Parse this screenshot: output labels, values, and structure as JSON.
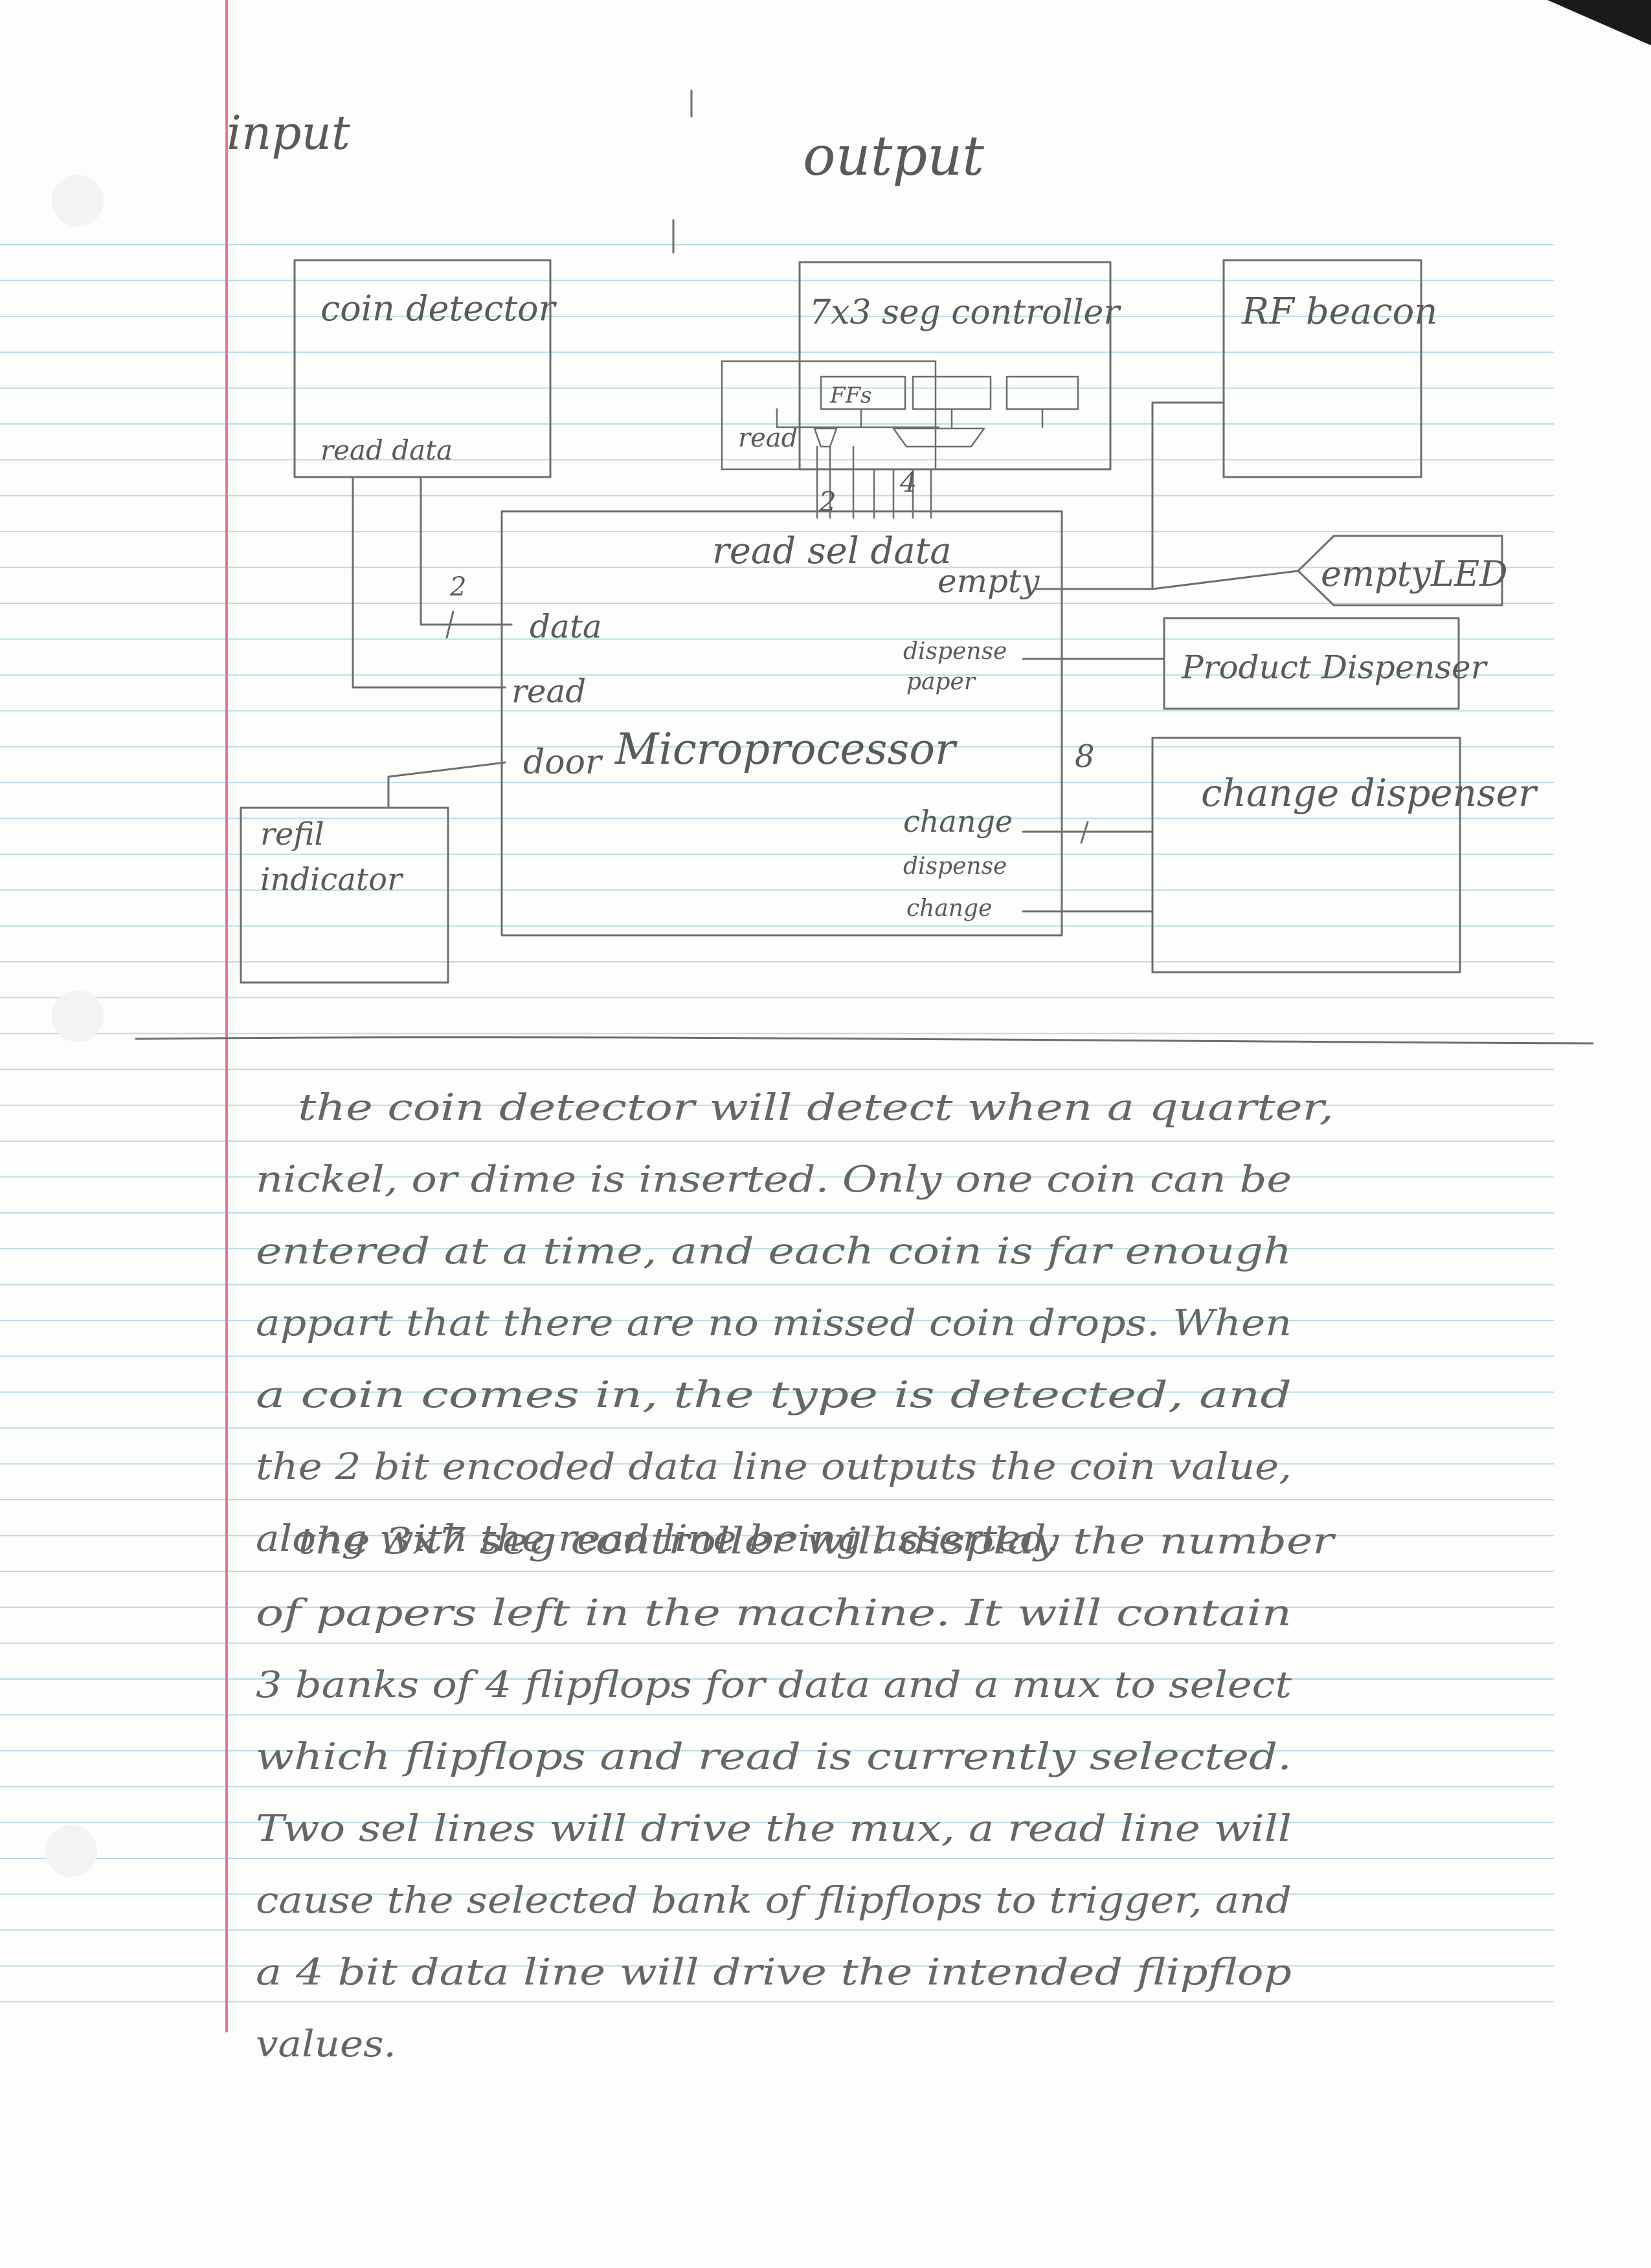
{
  "headings": {
    "input": "input",
    "output": "output"
  },
  "blocks": {
    "coin_detector": {
      "title": "coin detector",
      "ports": "read  data"
    },
    "seg_controller": {
      "title": "7x3 seg controller",
      "ffs": "FFs",
      "read": "read",
      "bus_2": "2",
      "bus_4": "4"
    },
    "rf_beacon": {
      "title": "RF beacon"
    },
    "empty_led": {
      "title": "emptyLED"
    },
    "product_dispenser": {
      "title": "Product Dispenser"
    },
    "change_dispenser": {
      "title": "change dispenser"
    },
    "refill_indicator": {
      "title_line1": "refil",
      "title_line2": "indicator"
    },
    "microprocessor": {
      "title": "Microprocessor",
      "top_ports": "read sel data",
      "left_ports": [
        "data",
        "read",
        "door"
      ],
      "right_ports": [
        "empty",
        "dispense",
        "paper",
        "change",
        "dispense",
        "change"
      ],
      "bus_8": "8",
      "bus_2": "2"
    }
  },
  "paragraphs": [
    [
      "the coin detector will detect when a quarter,",
      "nickel, or dime is inserted. Only one coin can be",
      "entered at a time, and each coin is far enough",
      "appart that there are no missed coin drops. When",
      "a coin comes in, the type is detected, and",
      "the 2 bit encoded data line outputs the coin value,",
      "along with the read line being asserted."
    ],
    [
      "the 3x7 seg controller will display the number",
      "of papers left in the machine. It will contain",
      "3 banks of 4 flipflops for data and a mux to select",
      "which flipflops and read is currently selected.",
      "Two sel lines will drive the mux, a read line will",
      "cause the selected bank of flipflops to trigger, and",
      "a 4 bit data line will drive the intended flipflop",
      "values."
    ]
  ]
}
